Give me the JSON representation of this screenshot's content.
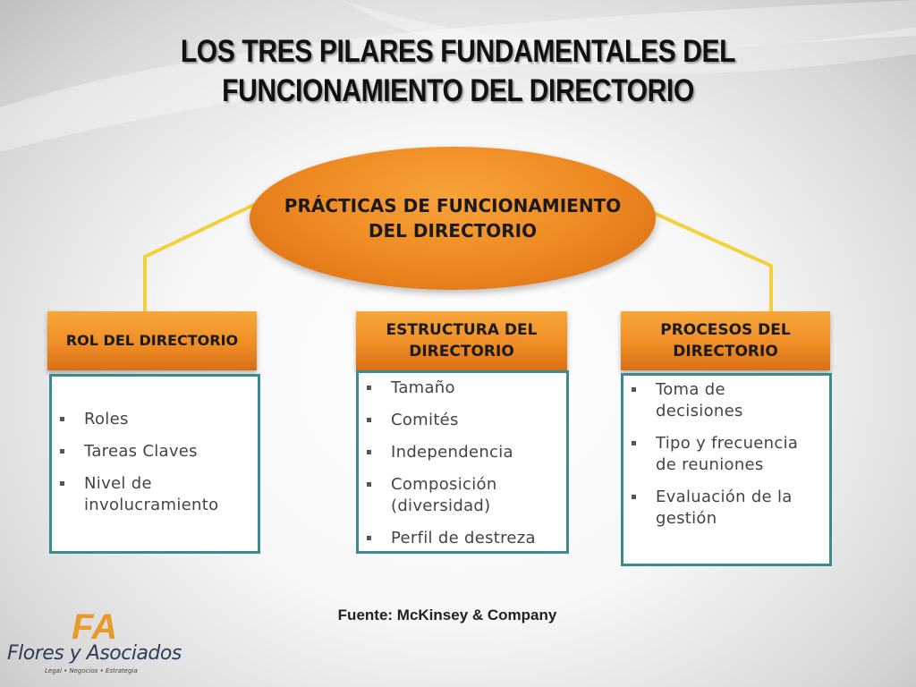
{
  "title": {
    "line1": "LOS TRES PILARES FUNDAMENTALES DEL",
    "line2": "FUNCIONAMIENTO DEL DIRECTORIO"
  },
  "center": {
    "line1": "PRÁCTICAS DE FUNCIONAMIENTO",
    "line2": "DEL DIRECTORIO"
  },
  "pillars": [
    {
      "header_line1": "ROL DEL DIRECTORIO",
      "header_line2": "",
      "items": [
        "Roles",
        "Tareas Claves",
        "Nivel de involucramiento"
      ]
    },
    {
      "header_line1": "ESTRUCTURA DEL",
      "header_line2": "DIRECTORIO",
      "items": [
        "Tamaño",
        "Comités",
        "Independencia",
        "Composición (diversidad)",
        "Perfil de destreza"
      ]
    },
    {
      "header_line1": "PROCESOS DEL",
      "header_line2": "DIRECTORIO",
      "items": [
        "Toma de decisiones",
        "Tipo y frecuencia de reuniones",
        "Evaluación de la gestión"
      ]
    }
  ],
  "source": "Fuente: McKinsey & Company",
  "logo": {
    "monogram": "FA",
    "name": "Flores y Asociados",
    "tagline": "Legal • Negocios • Estrategia"
  },
  "colors": {
    "orange": "#ef8a22",
    "connector": "#f2d13a",
    "box_border": "#3b8a8f"
  }
}
